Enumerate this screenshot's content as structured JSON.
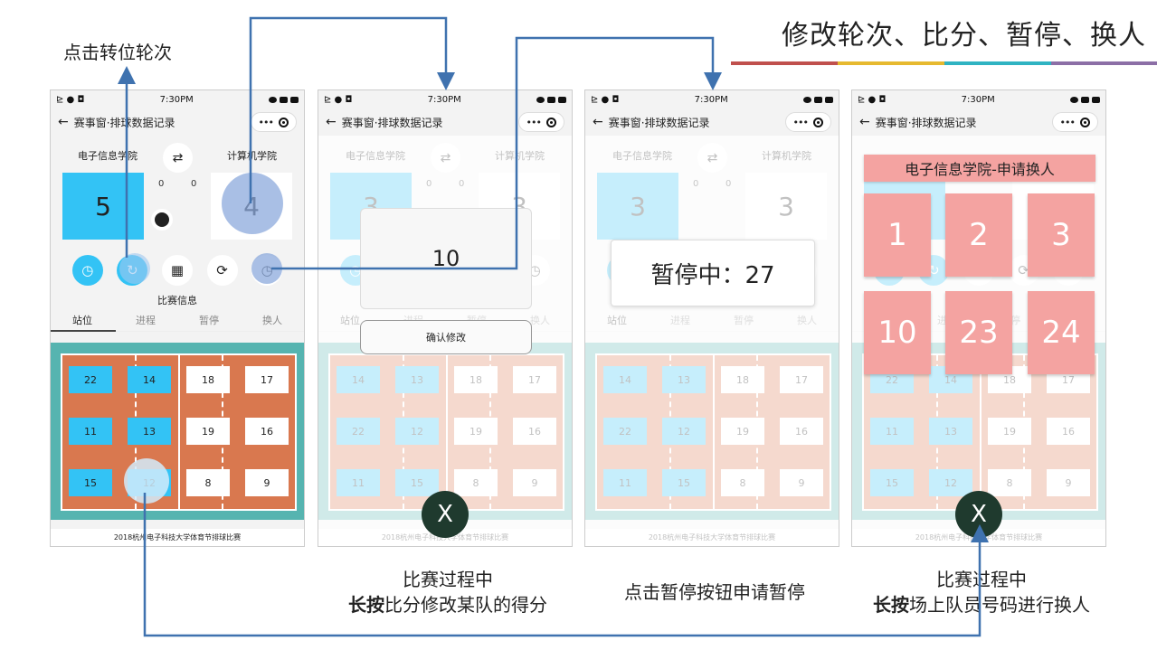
{
  "slide": {
    "title": "修改轮次、比分、暂停、换人",
    "title_bar_colors": [
      "#c0504d",
      "#e6b92f",
      "#2fb3c2",
      "#8c6fa6"
    ],
    "callout_top": "点击转位轮次",
    "caption2_line1": "比赛过程中",
    "caption2_bold": "长按",
    "caption2_rest": "比分修改某队的得分",
    "caption3": "点击暂停按钮申请暂停",
    "caption4_line1": "比赛过程中",
    "caption4_bold": "长按",
    "caption4_rest": "场上队员号码进行换人"
  },
  "status": {
    "time": "7:30PM"
  },
  "nav": {
    "title": "赛事窗·排球数据记录",
    "more": "•••"
  },
  "teams": {
    "left": "电子信息学院",
    "right": "计算机学院"
  },
  "info": {
    "title": "比赛信息",
    "tabs": [
      "站位",
      "进程",
      "暂停",
      "换人"
    ]
  },
  "footer": "2018杭州电子科技大学体育节排球比赛",
  "colors": {
    "accent_blue": "#33c3f5",
    "court": "#d9784f",
    "court_border": "#56b4b0",
    "sub_card": "#f4a3a1",
    "arrow": "#3f72af"
  },
  "phone1": {
    "score_left": "5",
    "score_right": "4",
    "mid_left": "0",
    "mid_right": "0",
    "players": [
      [
        "22",
        "14",
        "18",
        "17"
      ],
      [
        "11",
        "13",
        "19",
        "16"
      ],
      [
        "15",
        "12",
        "8",
        "9"
      ]
    ]
  },
  "phone2": {
    "score_left": "3",
    "score_right": "3",
    "mid_left": "0",
    "mid_right": "0",
    "modal_value": "10",
    "confirm": "确认修改",
    "close": "X",
    "players": [
      [
        "14",
        "13",
        "18",
        "17"
      ],
      [
        "22",
        "12",
        "19",
        "16"
      ],
      [
        "11",
        "15",
        "8",
        "9"
      ]
    ]
  },
  "phone3": {
    "score_left": "3",
    "score_right": "3",
    "mid_left": "0",
    "mid_right": "0",
    "pause_label": "暂停中：27",
    "players": [
      [
        "14",
        "13",
        "18",
        "17"
      ],
      [
        "22",
        "12",
        "19",
        "16"
      ],
      [
        "11",
        "15",
        "8",
        "9"
      ]
    ]
  },
  "phone4": {
    "sub_title": "电子信息学院-申请换人",
    "sub_numbers": [
      "1",
      "2",
      "3",
      "10",
      "23",
      "24"
    ],
    "close": "X",
    "players": [
      [
        "22",
        "14",
        "18",
        "17"
      ],
      [
        "11",
        "13",
        "19",
        "16"
      ],
      [
        "15",
        "12",
        "8",
        "9"
      ]
    ]
  }
}
